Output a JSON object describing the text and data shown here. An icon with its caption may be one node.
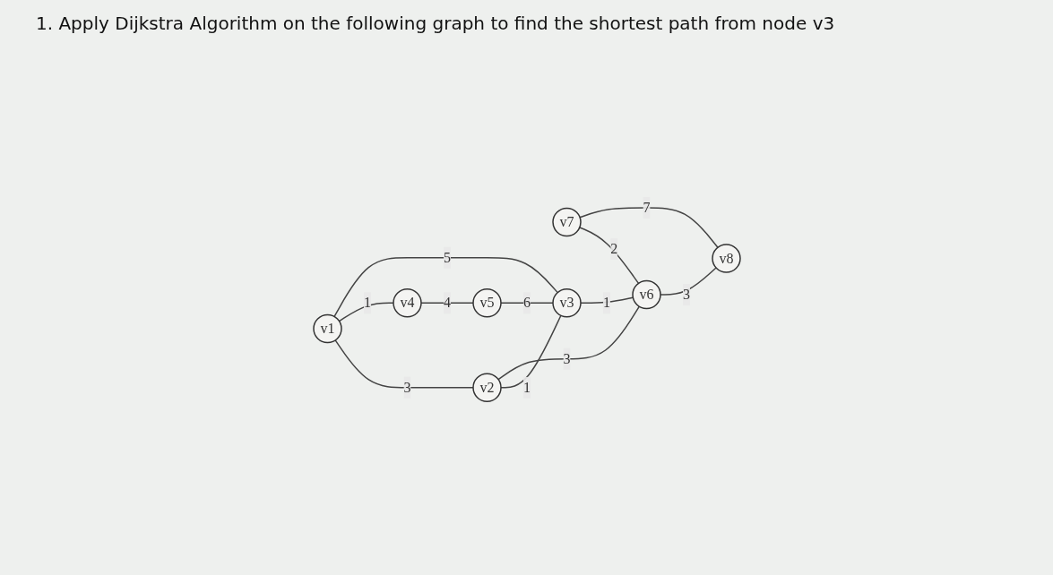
{
  "diagram": {
    "title": "1. Apply Dijkstra Algorithm on the following graph to find the shortest path from node v3",
    "nodes": [
      {
        "text": [
          "v1"
        ]
      },
      {
        "text": [
          "v2"
        ]
      },
      {
        "text": [
          "v7"
        ]
      },
      {
        "text": [
          "v4"
        ]
      },
      {
        "text": [
          "v3"
        ]
      },
      {
        "text": [
          "v6"
        ]
      },
      {
        "text": [
          "v8"
        ]
      },
      {
        "text": [
          "v5"
        ]
      }
    ],
    "edges": [
      {
        "from": 0,
        "to": 1,
        "arrow": "none",
        "label": "3"
      },
      {
        "from": 0,
        "to": 3,
        "arrow": "none",
        "label": "1"
      },
      {
        "from": 0,
        "to": 4,
        "arrow": "none",
        "label": "5"
      },
      {
        "from": 1,
        "to": 4,
        "arrow": "none",
        "label": "1"
      },
      {
        "from": 1,
        "to": 5,
        "arrow": "none",
        "label": "3"
      },
      {
        "from": 2,
        "to": 5,
        "arrow": "none",
        "label": "2"
      },
      {
        "from": 2,
        "to": 6,
        "arrow": "none",
        "label": "7"
      },
      {
        "from": 4,
        "to": 5,
        "arrow": "none",
        "label": "1"
      },
      {
        "from": 5,
        "to": 6,
        "arrow": "none",
        "label": "3"
      },
      {
        "from": 3,
        "to": 7,
        "arrow": "none",
        "label": "4"
      },
      {
        "from": 7,
        "to": 4,
        "arrow": "none",
        "label": "6"
      }
    ]
  }
}
